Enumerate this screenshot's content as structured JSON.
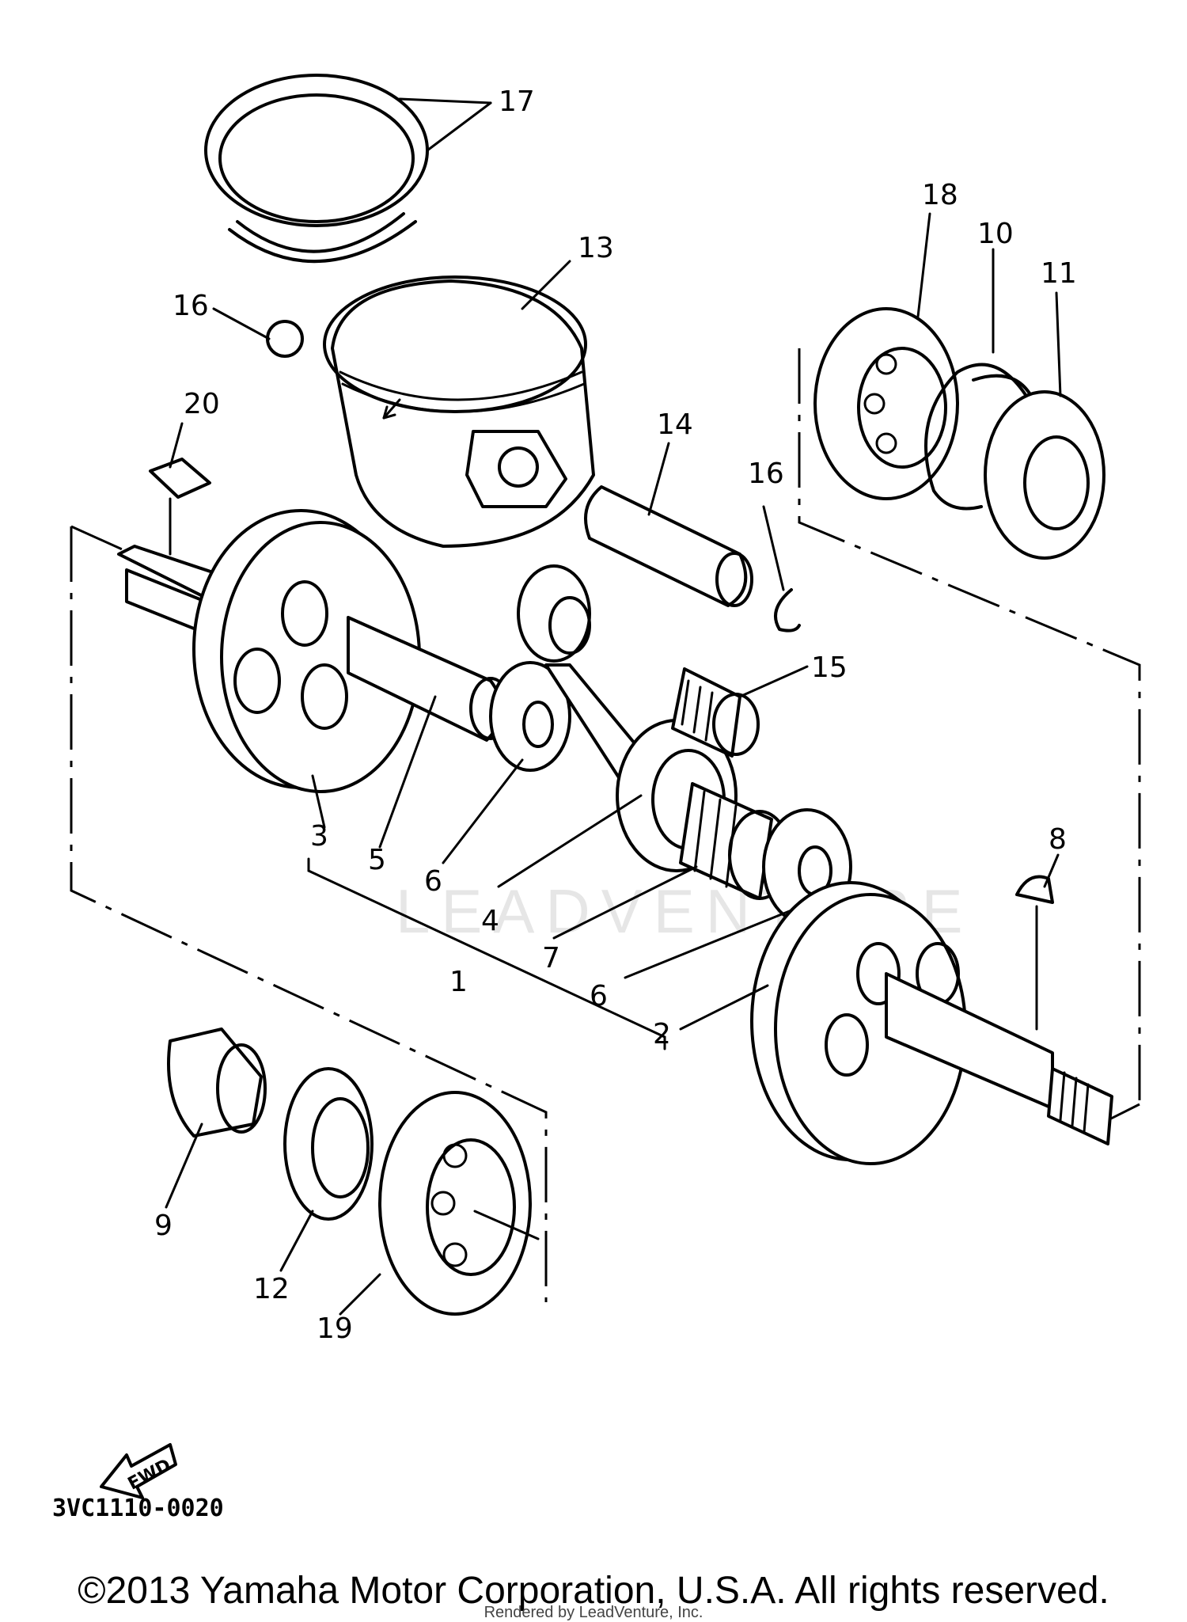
{
  "diagram": {
    "watermark": "LEADVENTURE",
    "callouts": [
      "1",
      "2",
      "3",
      "4",
      "5",
      "6",
      "6",
      "7",
      "8",
      "9",
      "10",
      "11",
      "12",
      "13",
      "14",
      "15",
      "16",
      "16",
      "17",
      "18",
      "19",
      "20"
    ],
    "fwd_label": "FWD",
    "drawing_code": "3VC1110-0020"
  },
  "footer": {
    "copyright": "©2013 Yamaha Motor Corporation, U.S.A. All rights reserved.",
    "rendered_by": "Rendered by LeadVenture, Inc."
  }
}
